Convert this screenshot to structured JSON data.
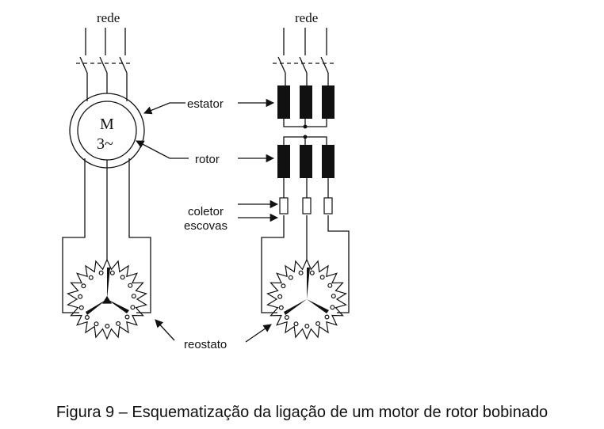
{
  "labels": {
    "rede_left": "rede",
    "rede_right": "rede",
    "motor_m": "M",
    "motor_phase": "3~",
    "estator": "estator",
    "rotor": "rotor",
    "coletor": "coletor",
    "escovas": "escovas",
    "reostato": "reostato"
  },
  "caption": "Figura 9 – Esquematização da ligação de um motor de rotor bobinado",
  "colors": {
    "ink": "#111111",
    "coil": "#111111"
  }
}
